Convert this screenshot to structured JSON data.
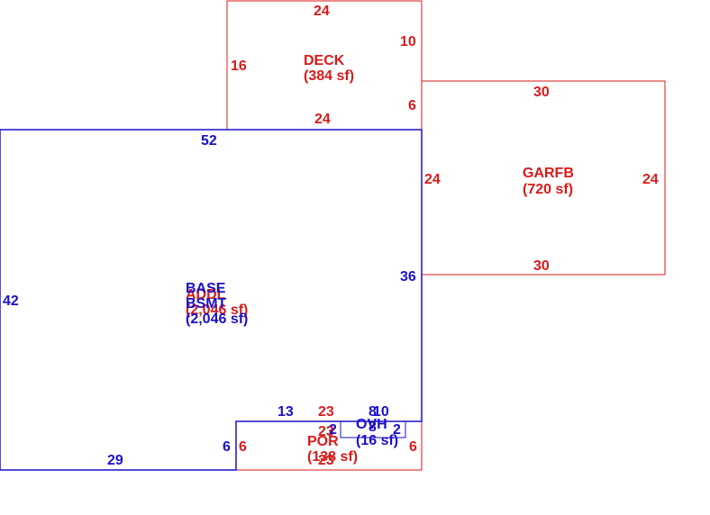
{
  "colors": {
    "red": "#d91a1a",
    "blue": "#1a10c8"
  },
  "areas": {
    "deck": {
      "name": "DECK",
      "area": "(384 sf)"
    },
    "garfb": {
      "name": "GARFB",
      "area": "(720 sf)"
    },
    "base": {
      "name": "BASE",
      "area": "(2,046 sf)"
    },
    "addl": {
      "name": "ADDL",
      "area": "(2,046 sf)"
    },
    "bsmt": {
      "name": "BSMT",
      "area": "(2,046 sf)"
    },
    "por": {
      "name": "POR",
      "area": "(138 sf)"
    },
    "ovh": {
      "name": "OVH",
      "area": "(16 sf)"
    }
  },
  "dims": {
    "deck_top": "24",
    "deck_left": "16",
    "deck_right": "10",
    "deck_bottom": "24",
    "deck_step": "6",
    "gar_top": "30",
    "gar_bottom": "30",
    "gar_left": "24",
    "gar_right": "24",
    "base_top": "52",
    "base_left": "42",
    "base_right": "36",
    "base_bottom": "29",
    "base_inner_left": "13",
    "base_inner_right": "8",
    "base_inner_right2": "10",
    "base_notch": "6",
    "por_top": "23",
    "por_inner": "23",
    "por_bottom": "23",
    "por_left": "6",
    "por_right": "6",
    "ovh_left": "2",
    "ovh_right": "2",
    "ovh_top": "8"
  }
}
